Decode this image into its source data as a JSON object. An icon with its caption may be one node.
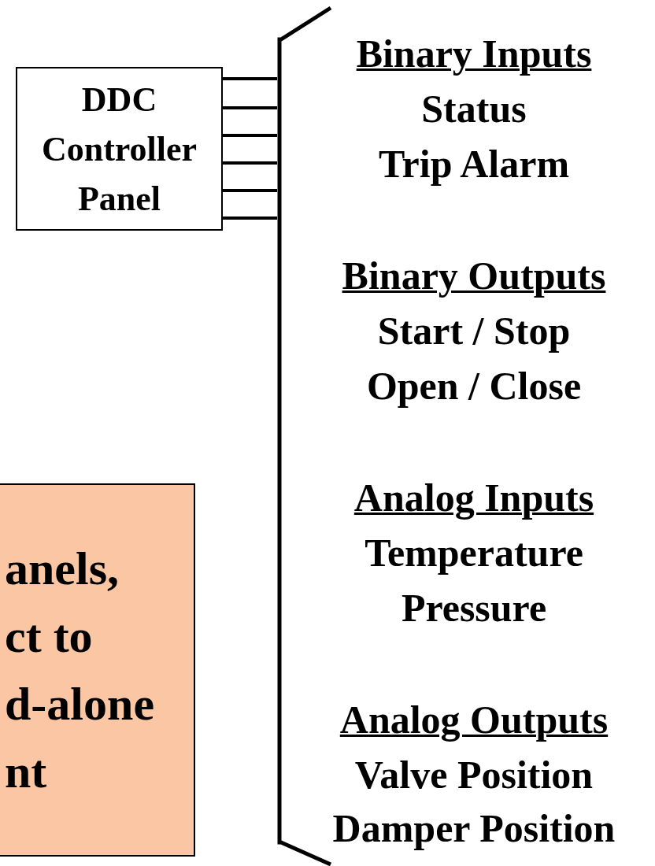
{
  "diagram": {
    "nodes": [
      {
        "text": [
          "DDC Controller Panel"
        ]
      },
      {
        "text": [],
        "shape": "bar"
      },
      {
        "text": [
          "anels, ct to d-alone nt"
        ]
      }
    ],
    "edges": [
      {
        "from": 0,
        "to": 1,
        "arrow": "none"
      },
      {
        "from": 0,
        "to": 1,
        "arrow": "none"
      },
      {
        "from": 0,
        "to": 1,
        "arrow": "none"
      },
      {
        "from": 0,
        "to": 1,
        "arrow": "none"
      },
      {
        "from": 0,
        "to": 1,
        "arrow": "none"
      },
      {
        "from": 0,
        "to": 1,
        "arrow": "none"
      }
    ],
    "labels": [
      "Binary Inputs",
      "Status",
      "Trip Alarm",
      "Binary Outputs",
      "Start / Stop",
      "Open / Close",
      "Analog Inputs",
      "Temperature",
      "Pressure",
      "Analog Outputs",
      "Valve Position",
      "Damper Position"
    ]
  }
}
